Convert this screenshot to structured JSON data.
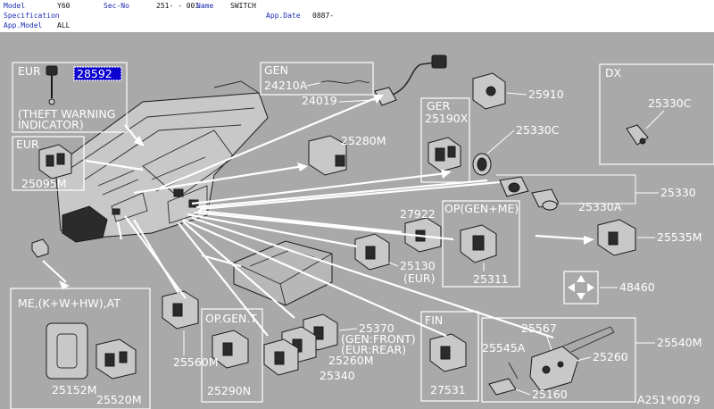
{
  "header": {
    "model_label": "Model",
    "model_value": "Y60",
    "secno_label": "Sec-No",
    "secno_value": "251-  - 001",
    "name_label": "Name",
    "name_value": "SWITCH",
    "spec_label": "Specification",
    "appdate_label": "App.Date",
    "appdate_value": "0887-",
    "appmodel_label": "App.Model",
    "appmodel_value": "ALL"
  },
  "diagram": {
    "eur_theft": {
      "title": "EUR",
      "selected_part": "28592",
      "caption1": "(THEFT WARNING",
      "caption2": "INDICATOR)"
    },
    "eur_left": {
      "title": "EUR",
      "part": "25095M"
    },
    "gen_top": {
      "title": "GEN",
      "part": "24210A"
    },
    "ger": {
      "title": "GER",
      "part": "25190X"
    },
    "dx": {
      "title": "DX",
      "part": "25330C"
    },
    "op_gen_me": {
      "title": "OP(GEN+ME)",
      "part": "25311"
    },
    "me_box": {
      "title": "ME,(K+W+HW),AT",
      "part1": "25152M",
      "part2": "25520M"
    },
    "op_gen_t": {
      "title": "OP.GEN.T",
      "part": "25290N"
    },
    "fin": {
      "title": "FIN",
      "part": "27531"
    },
    "parts": {
      "p24019": "24019",
      "p25910": "25910",
      "p25280M": "25280M",
      "p25330C": "25330C",
      "p25330": "25330",
      "p25330A": "25330A",
      "p27922": "27922",
      "p25535M": "25535M",
      "p25130": "25130",
      "p25130_note": "(EUR)",
      "p48460": "48460",
      "p25560M": "25560M",
      "p25370": "25370",
      "p25370_note1": "(GEN:FRONT)",
      "p25370_note2": "(EUR:REAR)",
      "p25260M": "25260M",
      "p25340": "25340",
      "p25567": "25567",
      "p25545A": "25545A",
      "p25540M": "25540M",
      "p25260": "25260",
      "p25160": "25160"
    },
    "figure_id": "A251*0079"
  },
  "colors": {
    "canvas": "#a9a9a9",
    "line": "#ffffff",
    "highlight_bg": "#0a00d0",
    "header_label": "#1b2bb0"
  }
}
